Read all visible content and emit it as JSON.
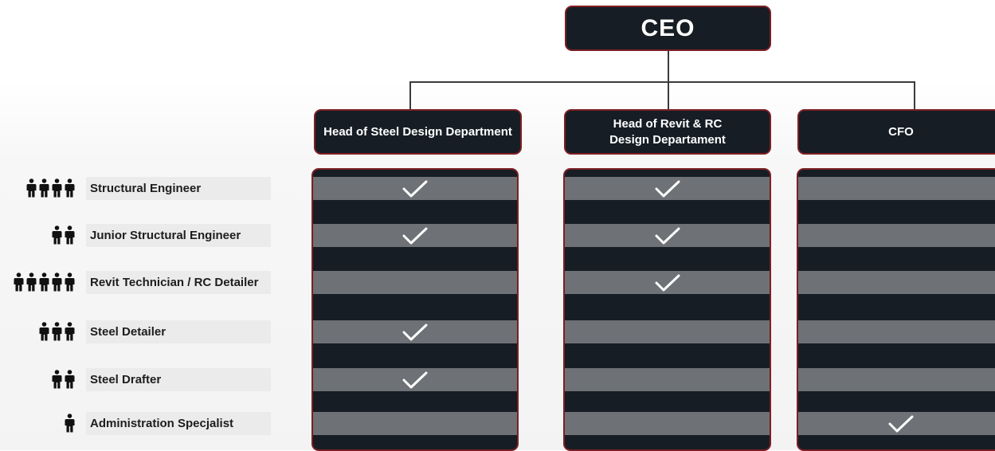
{
  "ceo": {
    "title": "CEO"
  },
  "departments": [
    {
      "id": "steel",
      "title": "Head of Steel Design Department",
      "checks": [
        true,
        true,
        false,
        true,
        true,
        false
      ]
    },
    {
      "id": "revit",
      "title": "Head of Revit & RC Design Departament",
      "checks": [
        true,
        true,
        true,
        false,
        false,
        false
      ]
    },
    {
      "id": "cfo",
      "title": "CFO",
      "checks": [
        false,
        false,
        false,
        false,
        false,
        true
      ]
    }
  ],
  "roles": [
    {
      "label": "Structural Engineer",
      "headcount": 4
    },
    {
      "label": "Junior Structural Engineer",
      "headcount": 2
    },
    {
      "label": "Revit Technician / RC Detailer",
      "headcount": 5
    },
    {
      "label": "Steel Detailer",
      "headcount": 3
    },
    {
      "label": "Steel Drafter",
      "headcount": 2
    },
    {
      "label": "Administration Specjalist",
      "headcount": 1
    }
  ],
  "colors": {
    "box_fill": "#161d24",
    "box_border": "#7d1f24",
    "stripe": "#6e7175",
    "check": "#ffffff",
    "label_bg": "#ebebeb",
    "person": "#111111"
  },
  "icons": {
    "person": "person-icon",
    "check": "checkmark-icon"
  }
}
